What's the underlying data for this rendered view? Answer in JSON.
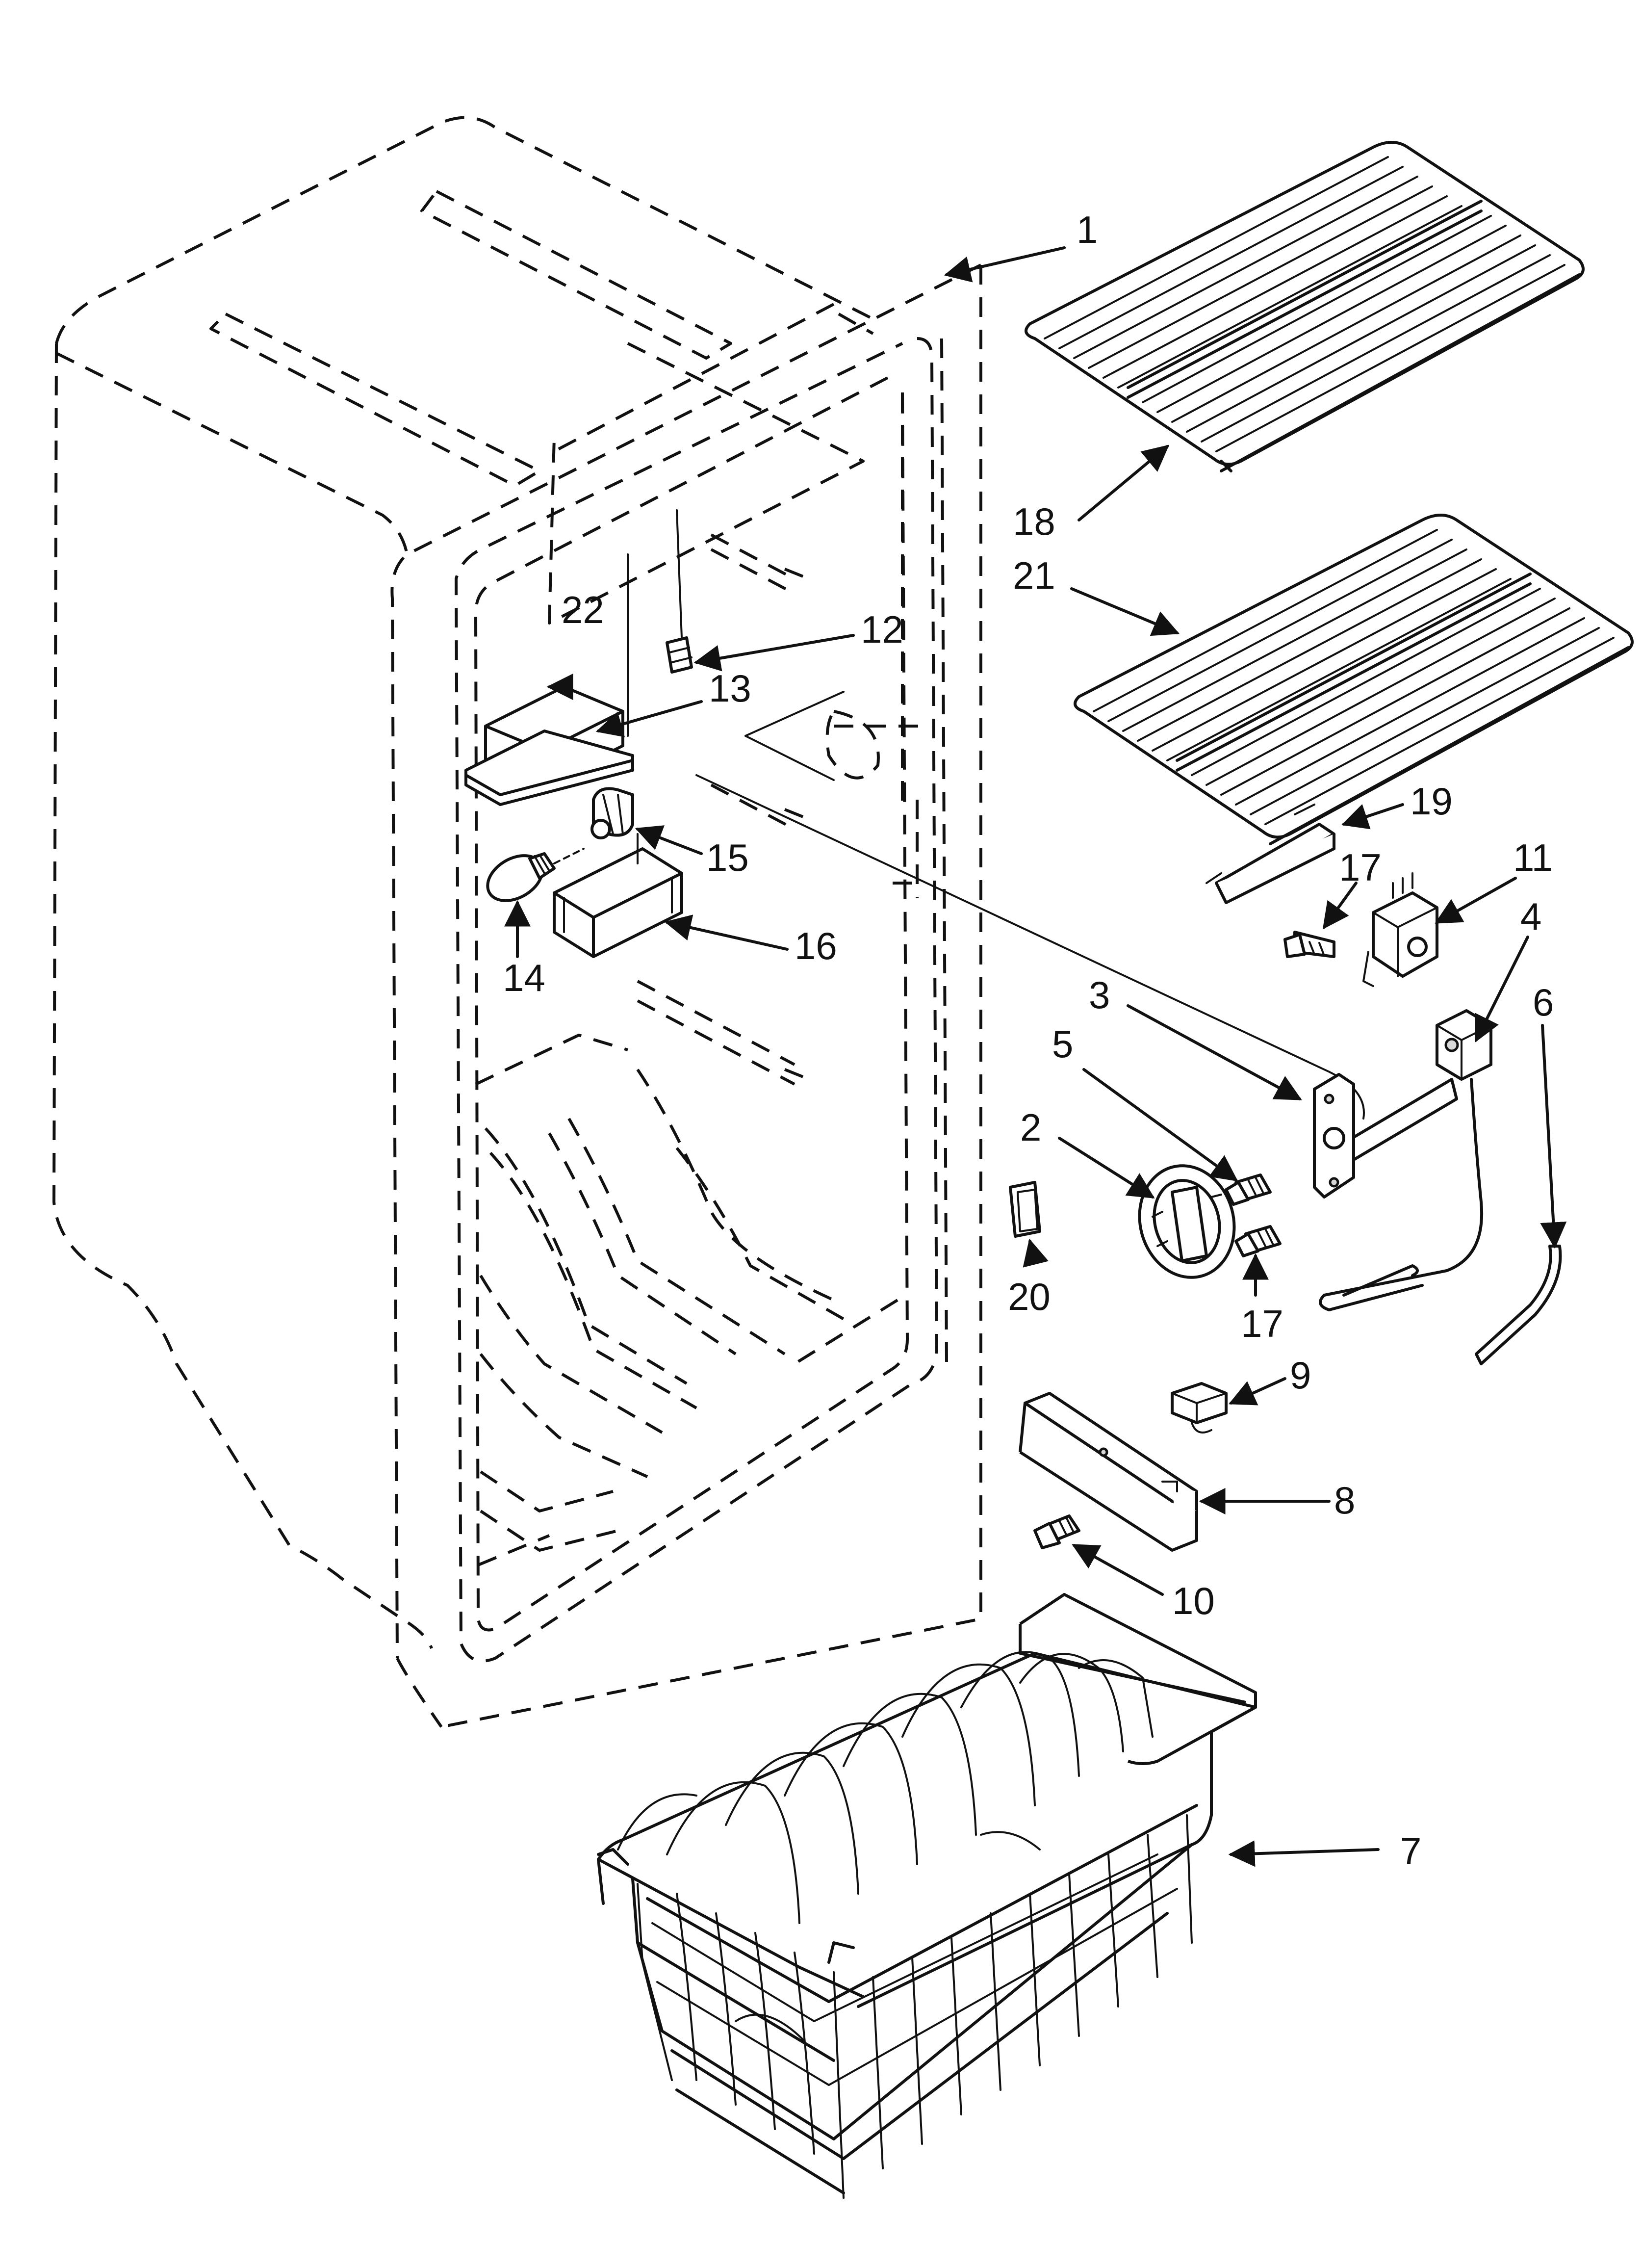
{
  "diagram": {
    "labels": [
      {
        "id": "1",
        "text": "1"
      },
      {
        "id": "2",
        "text": "2"
      },
      {
        "id": "3",
        "text": "3"
      },
      {
        "id": "4",
        "text": "4"
      },
      {
        "id": "5",
        "text": "5"
      },
      {
        "id": "6",
        "text": "6"
      },
      {
        "id": "7",
        "text": "7"
      },
      {
        "id": "8",
        "text": "8"
      },
      {
        "id": "9",
        "text": "9"
      },
      {
        "id": "10",
        "text": "10"
      },
      {
        "id": "11",
        "text": "11"
      },
      {
        "id": "12",
        "text": "12"
      },
      {
        "id": "13",
        "text": "13"
      },
      {
        "id": "14",
        "text": "14"
      },
      {
        "id": "15",
        "text": "15"
      },
      {
        "id": "16",
        "text": "16"
      },
      {
        "id": "17a",
        "text": "17"
      },
      {
        "id": "17b",
        "text": "17"
      },
      {
        "id": "18",
        "text": "18"
      },
      {
        "id": "19",
        "text": "19"
      },
      {
        "id": "20",
        "text": "20"
      },
      {
        "id": "21",
        "text": "21"
      },
      {
        "id": "22",
        "text": "22"
      }
    ]
  }
}
